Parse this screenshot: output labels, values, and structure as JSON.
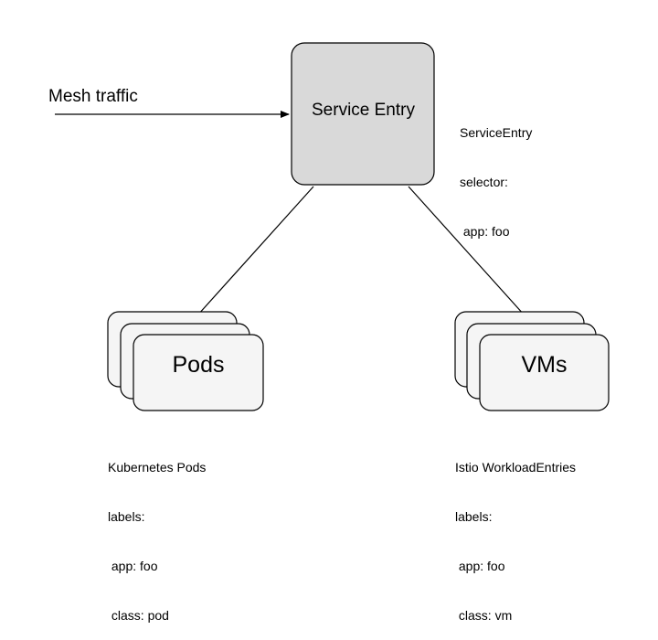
{
  "mesh_traffic": "Mesh traffic",
  "service_entry": {
    "label": "Service Entry",
    "note": [
      "ServiceEntry",
      "selector:",
      " app: foo"
    ]
  },
  "pods": {
    "label": "Pods",
    "note": [
      "Kubernetes Pods",
      "labels:",
      " app: foo",
      " class: pod"
    ]
  },
  "vms": {
    "label": "VMs",
    "note": [
      "Istio WorkloadEntries",
      "labels:",
      " app: foo",
      " class: vm"
    ]
  },
  "colors": {
    "service_entry_fill": "#d9d9d9",
    "node_fill": "#f5f5f5",
    "stroke": "#000000"
  }
}
